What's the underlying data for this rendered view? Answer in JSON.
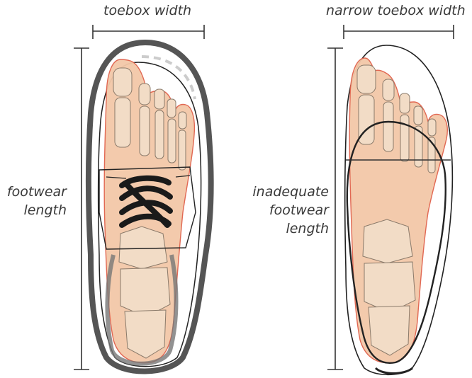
{
  "labels": {
    "toebox_width": "toebox width",
    "narrow_toebox_width": "narrow toebox width",
    "footwear_length_line1": "footwear",
    "footwear_length_line2": "length",
    "inadequate_line1": "inadequate",
    "inadequate_line2": "footwear",
    "inadequate_line3": "length"
  },
  "colors": {
    "skin": "#f3c8a8",
    "bone": "#f2dcc6",
    "foot_outline": "#e0604a",
    "shoe_gray": "#555555",
    "lace": "#1a1a1a",
    "measure_line": "#333333"
  }
}
